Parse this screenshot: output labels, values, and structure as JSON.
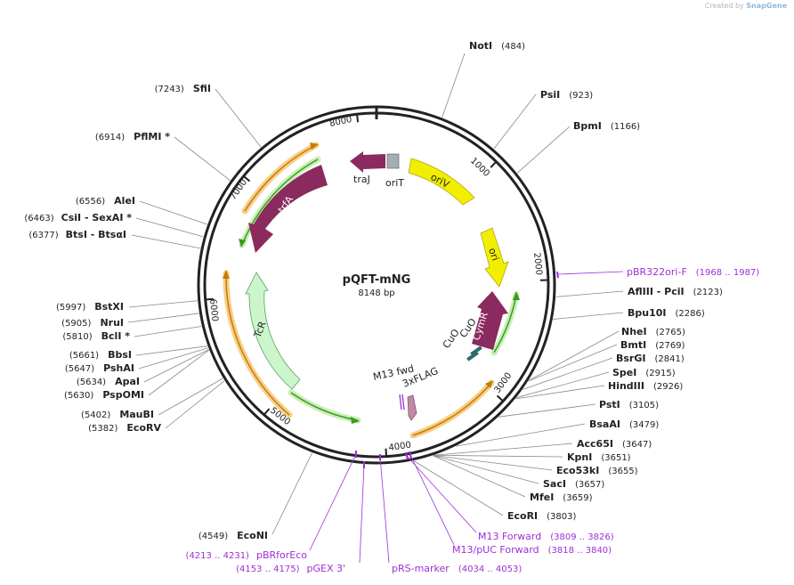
{
  "credit": {
    "prefix": "Created by",
    "brand": "SnapGene"
  },
  "plasmid": {
    "name": "pQFT-mNG",
    "size": "8148 bp",
    "length": 8148
  },
  "ring_ticks": [
    {
      "pos": 1000,
      "label": "1000"
    },
    {
      "pos": 2000,
      "label": "2000"
    },
    {
      "pos": 3000,
      "label": "3000"
    },
    {
      "pos": 4000,
      "label": "4000"
    },
    {
      "pos": 5000,
      "label": "5000"
    },
    {
      "pos": 6000,
      "label": "6000"
    },
    {
      "pos": 7000,
      "label": "7000"
    },
    {
      "pos": 8000,
      "label": "8000"
    }
  ],
  "enzymes_right": [
    {
      "name": "NotI",
      "pos": "(484)",
      "site": 484
    },
    {
      "name": "PsiI",
      "pos": "(923)",
      "site": 923
    },
    {
      "name": "BpmI",
      "pos": "(1166)",
      "site": 1166
    },
    {
      "name": "AflIII  -  PciI",
      "pos": "(2123)",
      "site": 2123
    },
    {
      "name": "Bpu10I",
      "pos": "(2286)",
      "site": 2286
    },
    {
      "name": "NheI",
      "pos": "(2765)",
      "site": 2765
    },
    {
      "name": "BmtI",
      "pos": "(2769)",
      "site": 2769
    },
    {
      "name": "BsrGI",
      "pos": "(2841)",
      "site": 2841
    },
    {
      "name": "SpeI",
      "pos": "(2915)",
      "site": 2915
    },
    {
      "name": "HindIII",
      "pos": "(2926)",
      "site": 2926
    },
    {
      "name": "PstI",
      "pos": "(3105)",
      "site": 3105
    },
    {
      "name": "BsaAI",
      "pos": "(3479)",
      "site": 3479
    },
    {
      "name": "Acc65I",
      "pos": "(3647)",
      "site": 3647
    },
    {
      "name": "KpnI",
      "pos": "(3651)",
      "site": 3651
    },
    {
      "name": "Eco53kI",
      "pos": "(3655)",
      "site": 3655
    },
    {
      "name": "SacI",
      "pos": "(3657)",
      "site": 3657
    },
    {
      "name": "MfeI",
      "pos": "(3659)",
      "site": 3659
    },
    {
      "name": "EcoRI",
      "pos": "(3803)",
      "site": 3803
    }
  ],
  "enzymes_left": [
    {
      "name": "SfiI",
      "pos": "(7243)",
      "site": 7243
    },
    {
      "name": "PflMI *",
      "pos": "(6914)",
      "site": 6914
    },
    {
      "name": "AleI",
      "pos": "(6556)",
      "site": 6556
    },
    {
      "name": "CsiI  -  SexAI *",
      "pos": "(6463)",
      "site": 6463
    },
    {
      "name": "BtsI  -  BtsαI",
      "pos": "(6377)",
      "site": 6377
    },
    {
      "name": "BstXI",
      "pos": "(5997)",
      "site": 5997
    },
    {
      "name": "NruI",
      "pos": "(5905)",
      "site": 5905
    },
    {
      "name": "BclI *",
      "pos": "(5810)",
      "site": 5810
    },
    {
      "name": "BbsI",
      "pos": "(5661)",
      "site": 5661
    },
    {
      "name": "PshAI",
      "pos": "(5647)",
      "site": 5647
    },
    {
      "name": "ApaI",
      "pos": "(5634)",
      "site": 5634
    },
    {
      "name": "PspOMI",
      "pos": "(5630)",
      "site": 5630
    },
    {
      "name": "MauBI",
      "pos": "(5402)",
      "site": 5402
    },
    {
      "name": "EcoRV",
      "pos": "(5382)",
      "site": 5382
    },
    {
      "name": "EcoNI",
      "pos": "(4549)",
      "site": 4549
    }
  ],
  "primers": [
    {
      "name": "pBR322ori-F",
      "range": "(1968 .. 1987)"
    },
    {
      "name": "M13 Forward",
      "range": "(3809 .. 3826)"
    },
    {
      "name": "M13/pUC Forward",
      "range": "(3818 .. 3840)"
    },
    {
      "name": "pRS-marker",
      "range": "(4034 .. 4053)"
    },
    {
      "name": "pGEX 3'",
      "range": "(4153 .. 4175)"
    },
    {
      "name": "pBRforEco",
      "range": "(4213 .. 4231)"
    }
  ],
  "features": [
    {
      "label": "traJ"
    },
    {
      "label": "oriT"
    },
    {
      "label": "oriV"
    },
    {
      "label": "ori"
    },
    {
      "label": "CymR"
    },
    {
      "label": "CuO"
    },
    {
      "label": "CuO"
    },
    {
      "label": "M13 fwd"
    },
    {
      "label": "3xFLAG"
    },
    {
      "label": "trfA"
    },
    {
      "label": "TcR"
    }
  ],
  "colors": {
    "ring": "#222222",
    "magenta_feature": "#8b2a5e",
    "yellow_feature": "#f2ee00",
    "grey_feature": "#a8adb5",
    "tcr_feature": "#ccf5cc",
    "primer": "#9d2fd6",
    "orange_track": "#f0a030",
    "green_track": "#3a9a20",
    "teal_feature": "#2b6b6b",
    "flag_feature": "#c08aa6"
  }
}
